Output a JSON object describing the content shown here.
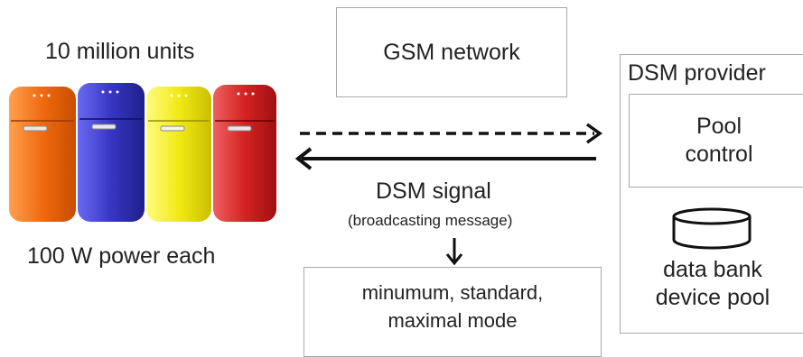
{
  "units_label": "10 million units",
  "power_label": "100 W power each",
  "gsm_label": "GSM network",
  "provider": {
    "title": "DSM provider",
    "pool_control_lines": [
      "Pool",
      "control"
    ],
    "data_bank_lines": [
      "data bank",
      "device pool"
    ]
  },
  "signal": {
    "title": "DSM signal",
    "subtitle": "(broadcasting message)"
  },
  "modes_lines": [
    "minumum, standard,",
    "maximal mode"
  ],
  "colors": {
    "fridge_orange": "#f06a10",
    "fridge_blue": "#3636c4",
    "fridge_yellow": "#f2ea14",
    "fridge_red": "#d42222",
    "box_border": "#a8a8a8",
    "arrow": "#111111"
  }
}
